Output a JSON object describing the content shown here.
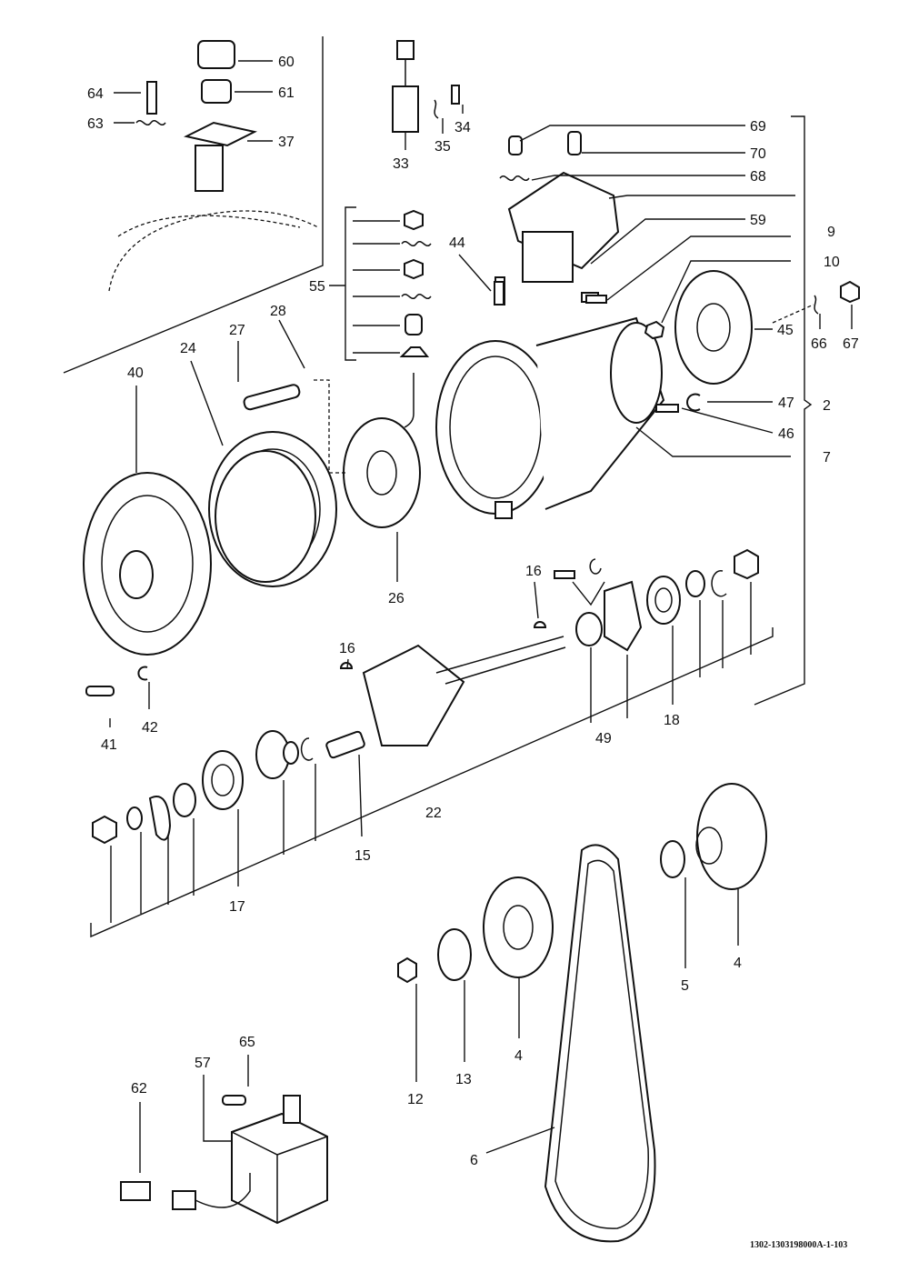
{
  "callouts": {
    "c60": "60",
    "c61": "61",
    "c37": "37",
    "c64": "64",
    "c63": "63",
    "c33": "33",
    "c35": "35",
    "c34": "34",
    "c69": "69",
    "c70": "70",
    "c68": "68",
    "c59": "59",
    "c9": "9",
    "c10": "10",
    "c44": "44",
    "c55": "55",
    "c45": "45",
    "c66": "66",
    "c67": "67",
    "c47": "47",
    "c2": "2",
    "c46": "46",
    "c7": "7",
    "c27": "27",
    "c28": "28",
    "c24": "24",
    "c40": "40",
    "c26": "26",
    "c16a": "16",
    "c16b": "16",
    "c41": "41",
    "c42": "42",
    "c49": "49",
    "c18": "18",
    "c22": "22",
    "c15": "15",
    "c17": "17",
    "c4a": "4",
    "c5": "5",
    "c4b": "4",
    "c13": "13",
    "c12": "12",
    "c6": "6",
    "c65": "65",
    "c57": "57",
    "c62": "62"
  },
  "footer": {
    "code": "1302-1303198000A-1-103"
  }
}
